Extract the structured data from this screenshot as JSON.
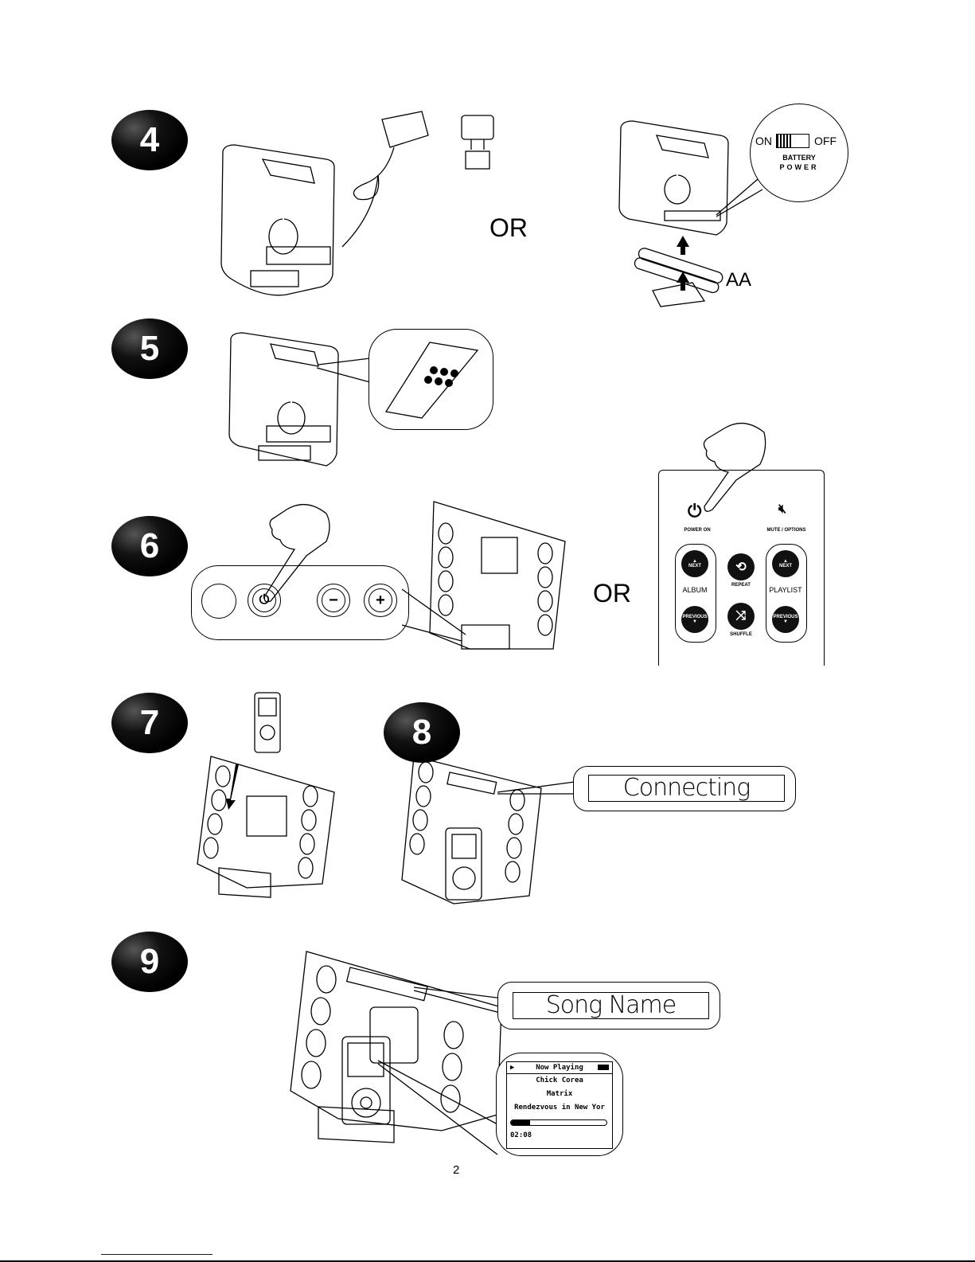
{
  "page": {
    "page_number": "2",
    "link_color": "#0000ee"
  },
  "steps": [
    {
      "number": "4",
      "or_label": "OR",
      "battery_callout": {
        "on_label": "ON",
        "off_label": "OFF",
        "caption_line1": "BATTERY",
        "caption_line2": "POWER"
      },
      "battery_type_label": "AA"
    },
    {
      "number": "5"
    },
    {
      "number": "6",
      "or_label": "OR",
      "remote": {
        "power_label": "POWER ON",
        "mute_label": "MUTE / OPTIONS",
        "album_label": "ALBUM",
        "playlist_label": "PLAYLIST",
        "repeat_label": "REPEAT",
        "shuffle_label": "SHUFFLE",
        "next_label": "NEXT",
        "previous_label": "PREVIOUS"
      }
    },
    {
      "number": "7"
    },
    {
      "number": "8",
      "display_text": "Connecting"
    },
    {
      "number": "9",
      "display_text": "Song Name",
      "ipod_screen": {
        "header": "Now Playing",
        "artist": "Chick Corea",
        "album": "Matrix",
        "track": "Rendezvous in New Yor",
        "elapsed": "02:08",
        "progress": 0.2
      }
    }
  ]
}
